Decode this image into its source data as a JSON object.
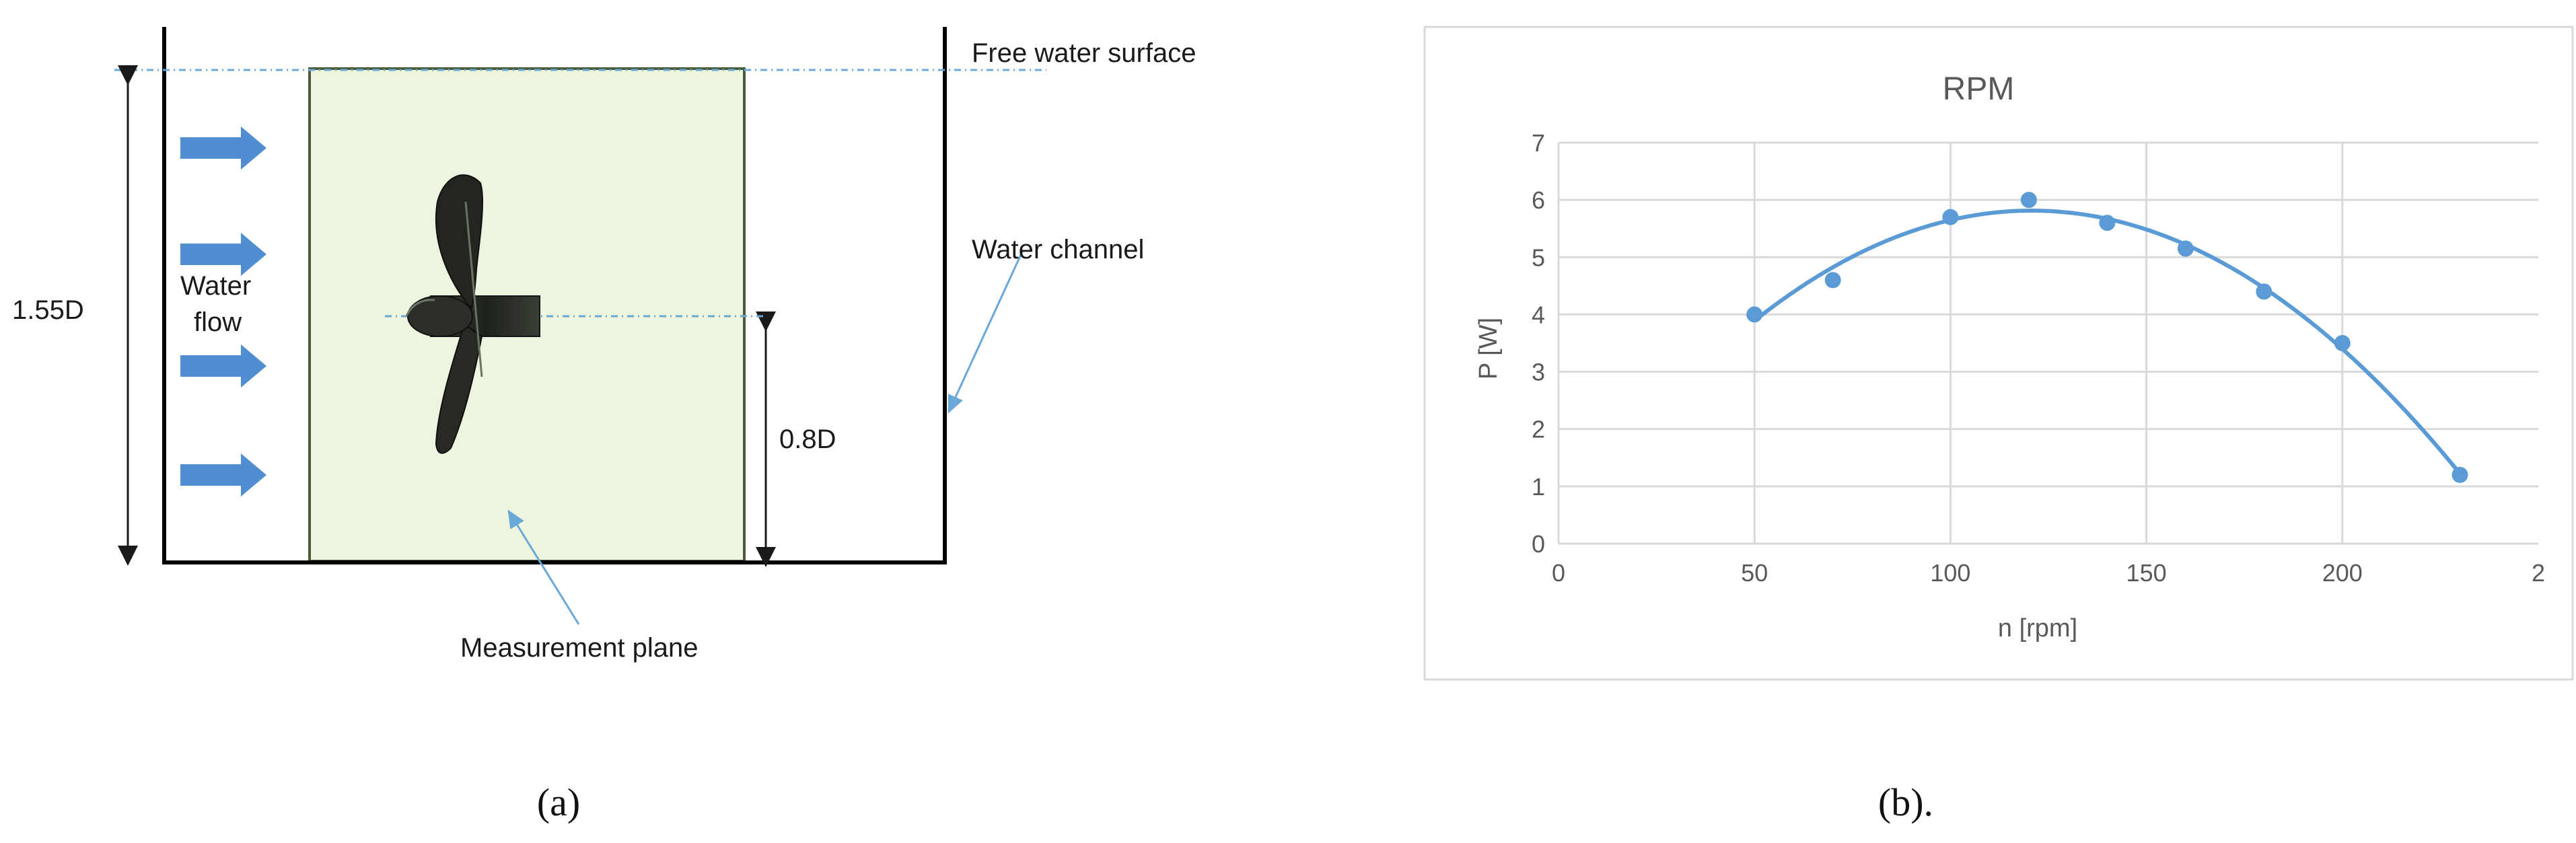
{
  "panel_a": {
    "labels": {
      "free_surface": "Free water surface",
      "water_channel": "Water channel",
      "height_total": "1.55D",
      "height_axis": "0.8D",
      "flow_line1": "Water",
      "flow_line2": "flow",
      "measurement_plane": "Measurement plane"
    },
    "colors": {
      "plane_fill": "#eef5de",
      "plane_stroke": "#4a5a3a",
      "arrow": "#4f8fd1",
      "dashed_line": "#6aa8d8",
      "propeller": "#252a22"
    },
    "caption": "(a)"
  },
  "panel_b": {
    "caption": "(b)."
  },
  "chart_data": {
    "type": "scatter",
    "title": "RPM",
    "xlabel": "n [rpm]",
    "ylabel": "P [W]",
    "xlim": [
      0,
      250
    ],
    "ylim": [
      0,
      7
    ],
    "x_ticks": [
      0,
      50,
      100,
      150,
      200
    ],
    "x_tick_labels": [
      "0",
      "50",
      "100",
      "150",
      "200",
      "2"
    ],
    "y_ticks": [
      0,
      1,
      2,
      3,
      4,
      5,
      6,
      7
    ],
    "grid": true,
    "series": [
      {
        "x": [
          50,
          70,
          100,
          120,
          140,
          160,
          180,
          200,
          230
        ],
        "y": [
          4.0,
          4.6,
          5.7,
          6.0,
          5.6,
          5.15,
          4.4,
          3.5,
          1.2
        ],
        "trendline": "polynomial",
        "color": "#5b9bd5"
      }
    ],
    "colors": {
      "series": "#5b9bd5",
      "grid": "#d9d9d9",
      "frame": "#d9d9d9",
      "text": "#595959"
    }
  }
}
